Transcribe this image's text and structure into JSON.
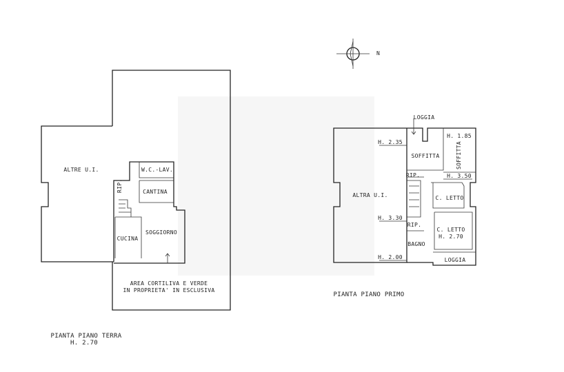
{
  "compass": {
    "north_label": "N"
  },
  "ground_floor": {
    "title": "PIANTA PIANO TERRA",
    "height": "H. 2.70",
    "rooms": {
      "altre": "ALTRE U.I.",
      "wc": "W.C.-LAV.",
      "cantina": "CANTINA",
      "rip": "RIP.",
      "cucina": "CUCINA",
      "soggiorno": "SOGGIORNO"
    },
    "courtyard_line1": "AREA CORTILIVA E VERDE",
    "courtyard_line2": "IN PROPRIETA' IN ESCLUSIVA"
  },
  "first_floor": {
    "title": "PIANTA PIANO PRIMO",
    "rooms": {
      "loggia_top": "LOGGIA",
      "soffitta1": "SOFFITTA",
      "soffitta2": "SOFFITTA",
      "rip1": "RIP.",
      "altra": "ALTRA U.I.",
      "letto1": "C. LETTO",
      "rip2": "RIP.",
      "letto2": "C. LETTO",
      "letto2_height": "H. 2.70",
      "bagno": "BAGNO",
      "loggia_bottom": "LOGGIA"
    },
    "heights": {
      "h235": "H. 2.35",
      "h185": "H. 1.85",
      "h350": "H. 3.50",
      "h330": "H. 3.30",
      "h200": "H. 2.00"
    }
  }
}
